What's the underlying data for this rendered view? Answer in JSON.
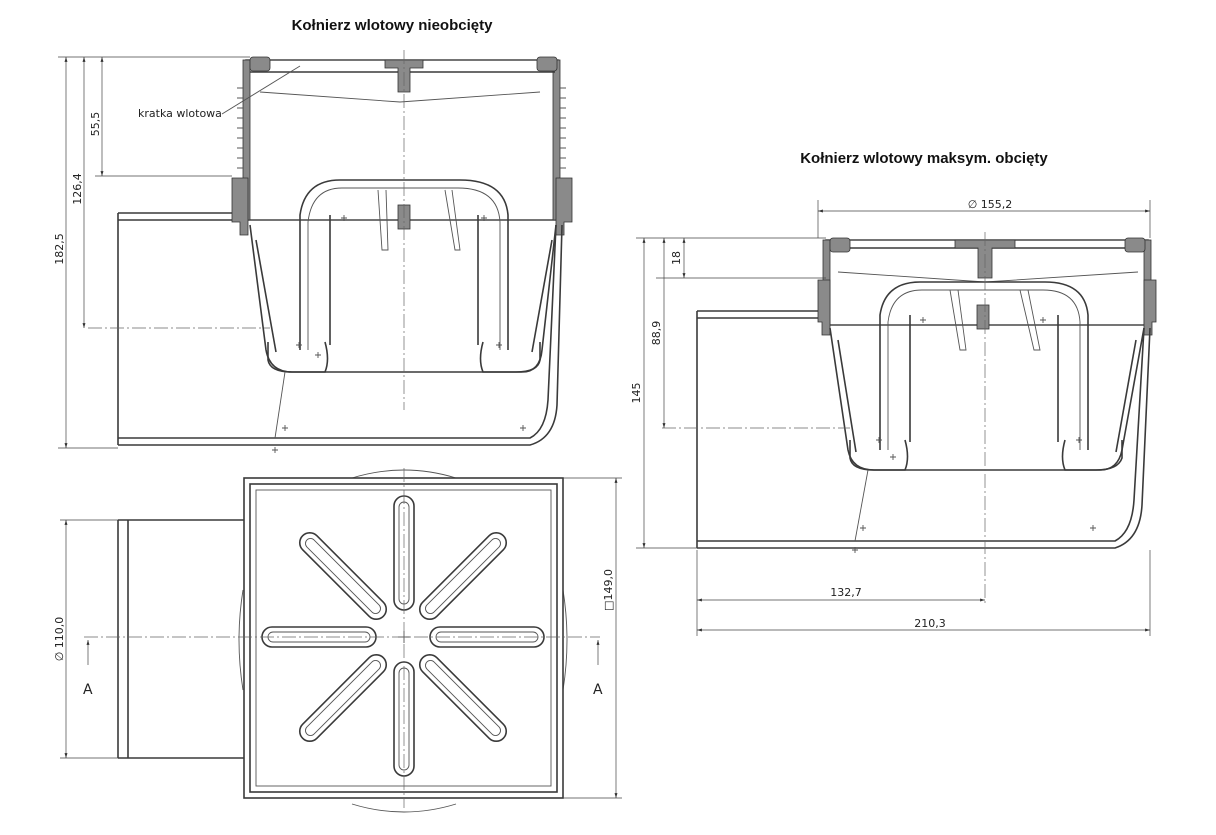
{
  "titles": {
    "left": "Kołnierz wlotowy nieobcięty",
    "right": "Kołnierz wlotowy maksym. obcięty"
  },
  "labels": {
    "grate": "kratka wlotowa",
    "section_left": "A",
    "section_right": "A"
  },
  "dimensions_left": {
    "d_grate": "55,5",
    "d_inlet": "126,4",
    "d_total": "182,5"
  },
  "dimensions_plan": {
    "d_pipe": "∅ 110,0",
    "d_square": "□149,0"
  },
  "dimensions_right": {
    "d_diameter": "∅ 155,2",
    "d_top": "18",
    "d_inlet": "88,9",
    "d_total": "145",
    "d_axis": "132,7",
    "d_length": "210,3"
  }
}
